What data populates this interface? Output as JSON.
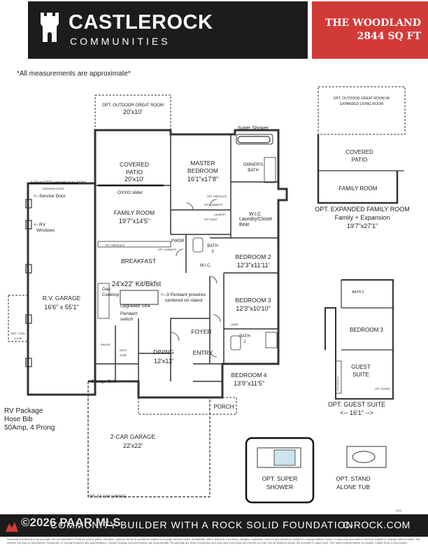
{
  "header": {
    "brand_name": "CASTLEROCK",
    "brand_sub": "COMMUNITIES",
    "model_name": "THE WOODLAND",
    "model_sqft": "2844 SQ FT",
    "brand_color": "#d23a37",
    "dark_color": "#1c1c1c"
  },
  "note": "*All measurements are approximate*",
  "rooms": {
    "opt_outdoor_great_room": "OPT. OUTDOOR GREAT ROOM",
    "opt_outdoor_great_room_dim": "20'x10'",
    "super_shower": "Super Shower",
    "covered_patio": "COVERED",
    "covered_patio_2": "PATIO",
    "covered_patio_dim": "20'x10'",
    "master_bedroom": "MASTER",
    "master_bedroom_2": "BEDROOM",
    "master_bedroom_dim": "16'1\"x17'8\"",
    "owners_bath": "OWNER'S",
    "owners_bath_2": "BATH",
    "gfci": "1 Ded GFCI attached to 110V",
    "overhead_door": "OVERHEAD DOOR",
    "service_door": "<--Service Door",
    "oxxo": "OXXO slider",
    "opt_fireplace": "OPT. FIREPLACE",
    "opt_cabinets": "OPT. CABINETS",
    "wic": "W.I.C",
    "laundry": "Laundry/Closet",
    "bear": "Bear",
    "laundry_small": "LAUNDRY",
    "opt_door": "OPT DOOR",
    "rv": "<--RV",
    "rv_2": "Windows",
    "family_room": "FAMILY ROOM",
    "family_room_dim": "19'7\"x14'5\"",
    "opt_fireplace_2": "OPT. FIREPLACE",
    "opt_cabinets_2": "OPT. CABINETS",
    "pwdr": "PWDR",
    "bath": "BATH",
    "bath_3": "3",
    "wic_2": "W.I.C.",
    "bedroom2": "BEDROOM 2",
    "bedroom2_dim": "12'3\"x11'11'",
    "breakfast": "BREAKFAST",
    "rv_garage": "R.V. GARAGE",
    "rv_garage_dim": "16'6\" x 55'1\"",
    "kit": "24'x22' Kit/Bkfst",
    "gas": "Gas",
    "cooktop": "Cooktop",
    "pendant_prewires": "<--3 Pendant prewires",
    "pendant_prewires_2": "centered on island",
    "upgraded_sink": "Upgraded Sink",
    "bedroom3": "BEDROOM 3",
    "bedroom3_dim": "12'3\"x10'10\"",
    "linen": "LINEN",
    "pendant": "Pendant",
    "pendant_2": "switch",
    "foyer": "FOYER",
    "bath_2": "BATH",
    "bath_2_num": "2",
    "opt_tool": "OPT. TOOL",
    "opt_tool_2": "COVE",
    "pantry": "PANTRY",
    "drop_zone": "DROP",
    "drop_zone_2": "ZONE",
    "dining": "DINING",
    "dining_dim": "12'x12'",
    "entry": "ENTRY",
    "bedroom4": "BEDROOM 4",
    "bedroom4_dim": "13'9\"x11'5\"",
    "garage_sink": "Garage Sink",
    "porch": "PORCH",
    "rv_package": "RV Package",
    "hose_bib": "Hose Bib",
    "amp": "50Amp, 4 Prong",
    "two_car_garage": "2-CAR GARAGE",
    "two_car_garage_dim": "22'x22'",
    "opt_25_garage": "OPT. 2.5-CAR GARAGE"
  },
  "options": {
    "expanded_top": "OPT. OUTDOOR GREAT ROOM W/",
    "expanded_top_2": "EXPANDED LIVING ROOM",
    "expanded_patio": "COVERED",
    "expanded_patio_2": "PATIO",
    "expanded_family": "FAMILY ROOM",
    "expanded_title": "OPT. EXPANDED FAMILY ROOM",
    "expanded_sub": "Family + Expansion",
    "expanded_dim": "19'7\"x27'1\"",
    "guest_bath2": "BATH 2",
    "guest_bedroom3": "BEDROOM 3",
    "guest_suite": "GUEST",
    "guest_suite_2": "SUITE",
    "guest_kitchenette": "KITCHENETTE",
    "guest_door": "OPT. DOORS",
    "guest_title": "OPT. GUEST SUITE",
    "guest_dim": "<-- 16'1\" -->",
    "super_shower": "OPT. SUPER",
    "super_shower_2": "SHOWER",
    "tub": "OPT. STAND",
    "tub_2": "ALONE TUB"
  },
  "footer": {
    "tagline": "COMMUNITY BUILDER WITH A ROCK SOLID FOUNDATION",
    "website": "C-ROCK.COM",
    "watermark": "©2026 PAAR MLS",
    "page_code": "9/23",
    "disclaimer": "Information believed to be accurate but not warranted. Product, prices, plans, elevation, options, terms & conditions subject to change without notice. Availability, offers, features, inclusions, designs, materials, colors & specifications subject to change without notice. Community amenities & schools subject to change without notice. We reserve the right to discontinue, substitute, or change features and specifications. Square footage and dimensions are approximate. Renderings are artist conception and may vary from plans and homes as built. Not all features shown are included in base price. See sales representative for details. Castle Rock Communities."
  }
}
